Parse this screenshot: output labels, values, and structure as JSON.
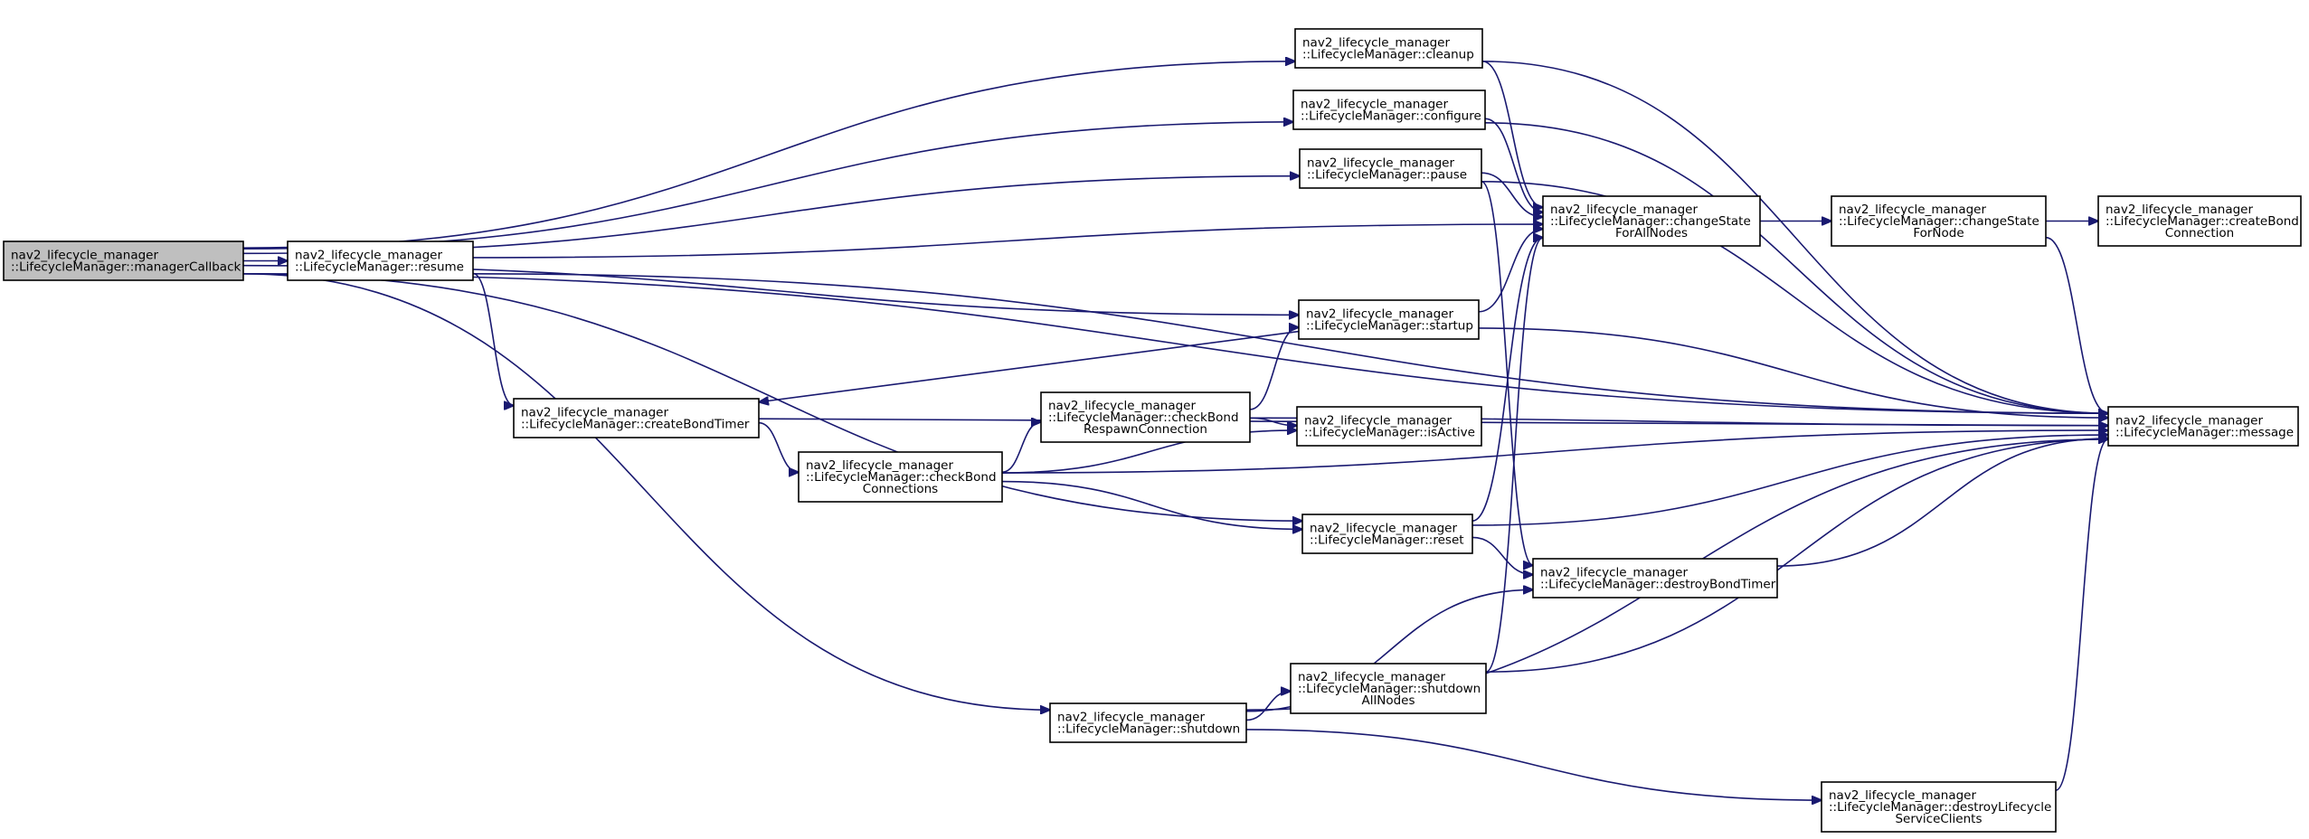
{
  "title": "",
  "colors": {
    "edge": "#191970",
    "node_border": "#000000",
    "root_fill": "#bfbfbf",
    "node_fill": "#ffffff"
  },
  "nodes": [
    {
      "id": "managerCallback",
      "lines": [
        "nav2_lifecycle_manager",
        "::LifecycleManager::managerCallback"
      ]
    },
    {
      "id": "resume",
      "lines": [
        "nav2_lifecycle_manager",
        "::LifecycleManager::resume"
      ]
    },
    {
      "id": "cleanup",
      "lines": [
        "nav2_lifecycle_manager",
        "::LifecycleManager::cleanup"
      ]
    },
    {
      "id": "configure",
      "lines": [
        "nav2_lifecycle_manager",
        "::LifecycleManager::configure"
      ]
    },
    {
      "id": "pause",
      "lines": [
        "nav2_lifecycle_manager",
        "::LifecycleManager::pause"
      ]
    },
    {
      "id": "changeStateForAllNodes",
      "lines": [
        "nav2_lifecycle_manager",
        "::LifecycleManager::changeState",
        "ForAllNodes"
      ]
    },
    {
      "id": "changeStateForNode",
      "lines": [
        "nav2_lifecycle_manager",
        "::LifecycleManager::changeState",
        "ForNode"
      ]
    },
    {
      "id": "createBondConnection",
      "lines": [
        "nav2_lifecycle_manager",
        "::LifecycleManager::createBond",
        "Connection"
      ]
    },
    {
      "id": "startup",
      "lines": [
        "nav2_lifecycle_manager",
        "::LifecycleManager::startup"
      ]
    },
    {
      "id": "createBondTimer",
      "lines": [
        "nav2_lifecycle_manager",
        "::LifecycleManager::createBondTimer"
      ]
    },
    {
      "id": "checkBondRespawnConnection",
      "lines": [
        "nav2_lifecycle_manager",
        "::LifecycleManager::checkBond",
        "RespawnConnection"
      ]
    },
    {
      "id": "isActive",
      "lines": [
        "nav2_lifecycle_manager",
        "::LifecycleManager::isActive"
      ]
    },
    {
      "id": "message",
      "lines": [
        "nav2_lifecycle_manager",
        "::LifecycleManager::message"
      ]
    },
    {
      "id": "checkBondConnections",
      "lines": [
        "nav2_lifecycle_manager",
        "::LifecycleManager::checkBond",
        "Connections"
      ]
    },
    {
      "id": "reset",
      "lines": [
        "nav2_lifecycle_manager",
        "::LifecycleManager::reset"
      ]
    },
    {
      "id": "destroyBondTimer",
      "lines": [
        "nav2_lifecycle_manager",
        "::LifecycleManager::destroyBondTimer"
      ]
    },
    {
      "id": "shutdownAllNodes",
      "lines": [
        "nav2_lifecycle_manager",
        "::LifecycleManager::shutdown",
        "AllNodes"
      ]
    },
    {
      "id": "shutdown",
      "lines": [
        "nav2_lifecycle_manager",
        "::LifecycleManager::shutdown"
      ]
    },
    {
      "id": "destroyLifecycleServiceClients",
      "lines": [
        "nav2_lifecycle_manager",
        "::LifecycleManager::destroyLifecycle",
        "ServiceClients"
      ]
    }
  ],
  "edges": [
    [
      "managerCallback",
      "resume"
    ],
    [
      "managerCallback",
      "cleanup"
    ],
    [
      "managerCallback",
      "configure"
    ],
    [
      "managerCallback",
      "pause"
    ],
    [
      "managerCallback",
      "startup"
    ],
    [
      "managerCallback",
      "reset"
    ],
    [
      "managerCallback",
      "shutdown"
    ],
    [
      "managerCallback",
      "message"
    ],
    [
      "resume",
      "changeStateForAllNodes"
    ],
    [
      "resume",
      "message"
    ],
    [
      "resume",
      "createBondTimer"
    ],
    [
      "cleanup",
      "changeStateForAllNodes"
    ],
    [
      "cleanup",
      "message"
    ],
    [
      "configure",
      "changeStateForAllNodes"
    ],
    [
      "configure",
      "message"
    ],
    [
      "pause",
      "changeStateForAllNodes"
    ],
    [
      "pause",
      "message"
    ],
    [
      "pause",
      "destroyBondTimer"
    ],
    [
      "changeStateForAllNodes",
      "changeStateForNode"
    ],
    [
      "changeStateForNode",
      "createBondConnection"
    ],
    [
      "changeStateForNode",
      "message"
    ],
    [
      "startup",
      "changeStateForAllNodes"
    ],
    [
      "startup",
      "message"
    ],
    [
      "startup",
      "createBondTimer"
    ],
    [
      "createBondTimer",
      "checkBondConnections"
    ],
    [
      "createBondTimer",
      "message"
    ],
    [
      "checkBondConnections",
      "checkBondRespawnConnection"
    ],
    [
      "checkBondConnections",
      "isActive"
    ],
    [
      "checkBondConnections",
      "message"
    ],
    [
      "checkBondConnections",
      "reset"
    ],
    [
      "checkBondRespawnConnection",
      "startup"
    ],
    [
      "checkBondRespawnConnection",
      "isActive"
    ],
    [
      "checkBondRespawnConnection",
      "message"
    ],
    [
      "reset",
      "changeStateForAllNodes"
    ],
    [
      "reset",
      "destroyBondTimer"
    ],
    [
      "reset",
      "message"
    ],
    [
      "destroyBondTimer",
      "message"
    ],
    [
      "shutdown",
      "destroyBondTimer"
    ],
    [
      "shutdown",
      "shutdownAllNodes"
    ],
    [
      "shutdown",
      "message"
    ],
    [
      "shutdown",
      "destroyLifecycleServiceClients"
    ],
    [
      "shutdownAllNodes",
      "changeStateForAllNodes"
    ],
    [
      "shutdownAllNodes",
      "message"
    ],
    [
      "destroyLifecycleServiceClients",
      "message"
    ]
  ]
}
